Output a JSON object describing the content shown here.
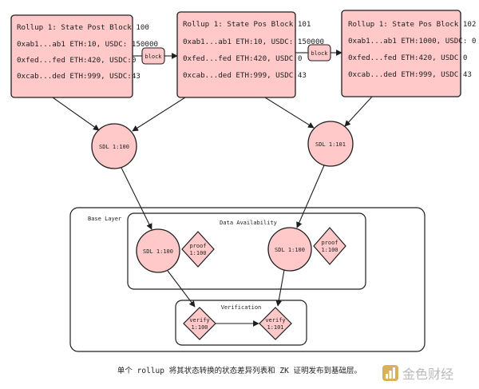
{
  "blocks": [
    {
      "title": "Rollup 1: State Post Block 100",
      "lines": [
        "0xab1...ab1 ETH:10, USDC: 150000",
        "0xfed...fed ETH:420, USDC:0",
        "0xcab...ded ETH:999, USDC:43"
      ]
    },
    {
      "title": "Rollup 1: State Pos Block 101",
      "lines": [
        "0xab1...ab1 ETH:10, USDC: 150000",
        "0xfed...fed ETH:420, USDC:0",
        "0xcab...ded ETH:999, USDC:43"
      ]
    },
    {
      "title": "Rollup 1: State Pos Block 102",
      "lines": [
        "0xab1...ab1 ETH:1000, USDC: 0",
        "0xfed...fed ETH:420, USDC:0",
        "0xcab...ded ETH:999, USDC:43"
      ]
    }
  ],
  "block_labels": [
    "block",
    "block"
  ],
  "sdl_top": [
    "SDL 1:100",
    "SDL 1:101"
  ],
  "base_layer_label": "Base Layer",
  "data_availability_label": "Data Availability",
  "da_sdl": [
    "SDL 1:100",
    "SDL 1:100"
  ],
  "proofs": [
    {
      "line1": "proof",
      "line2": "1:100"
    },
    {
      "line1": "proof",
      "line2": "1:100"
    }
  ],
  "verification_label": "Verification",
  "verifies": [
    {
      "line1": "verify",
      "line2": "1:100"
    },
    {
      "line1": "verify",
      "line2": "1:101"
    }
  ],
  "caption": "单个 rollup 将其状态转换的状态差异列表和 ZK 证明发布到基础层。",
  "watermark": "金色财经",
  "colors": {
    "fill": "#ffc9c9",
    "stroke": "#1e1e1e"
  }
}
